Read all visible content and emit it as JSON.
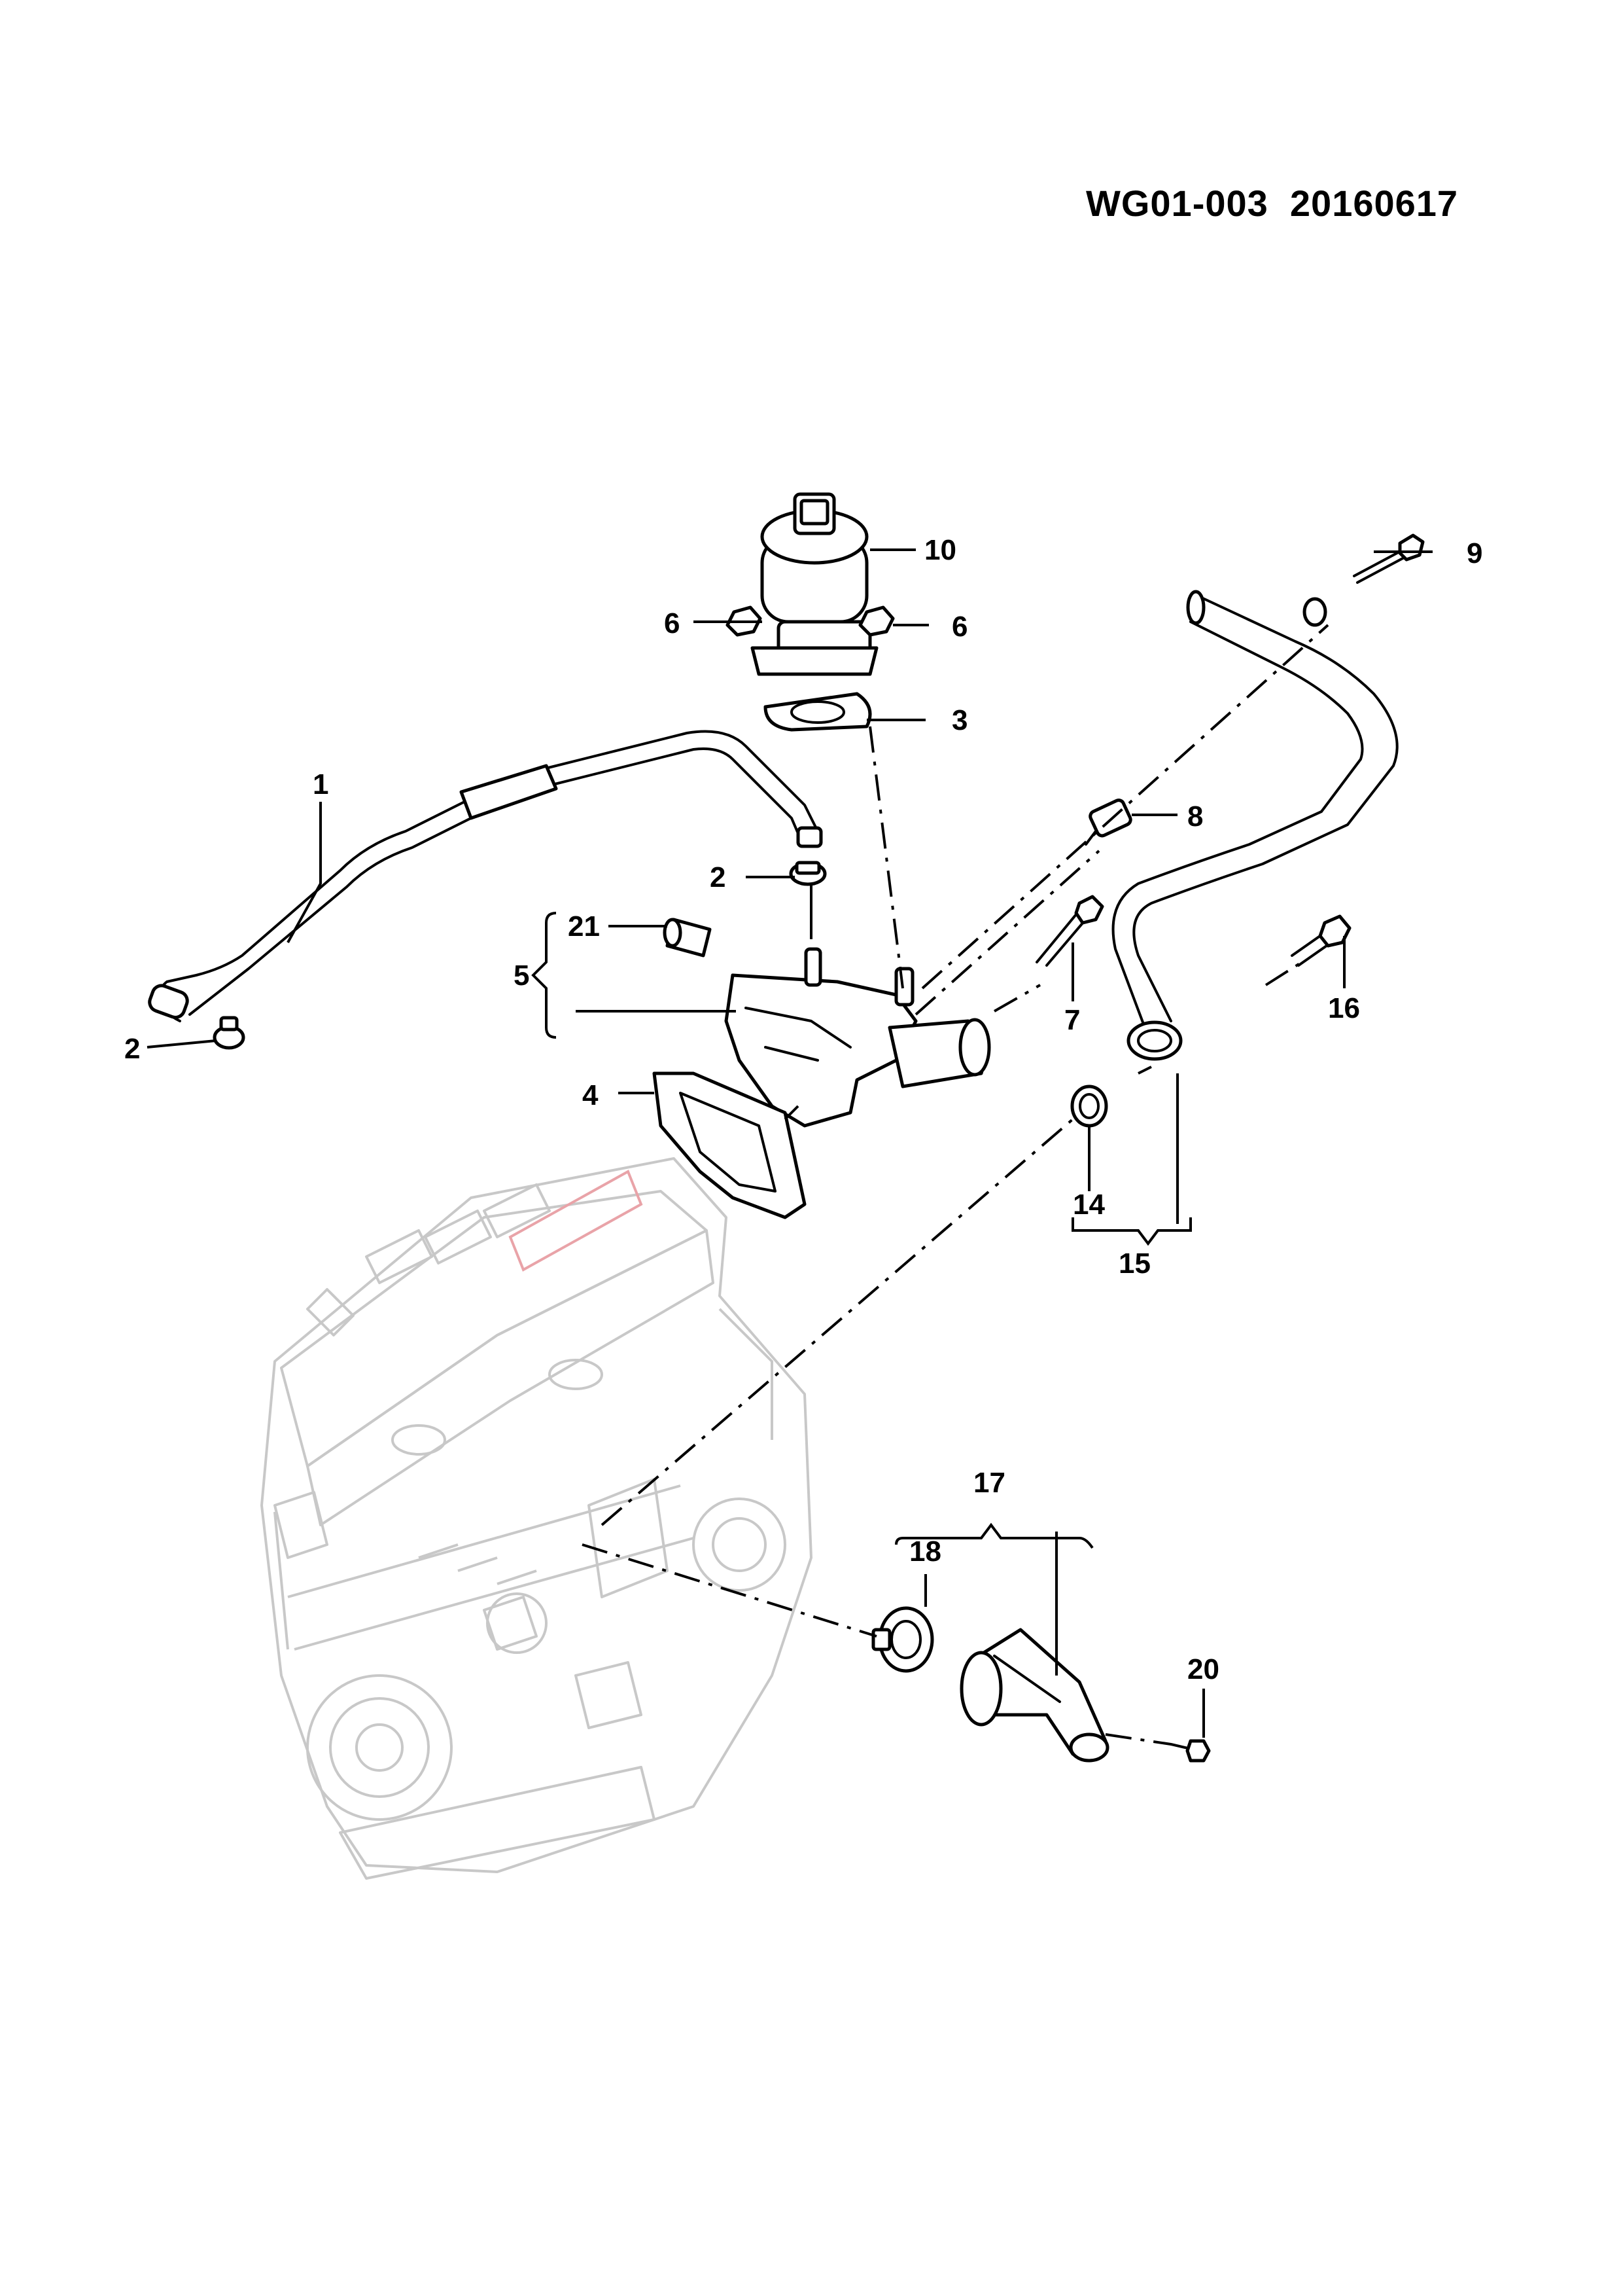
{
  "header": {
    "document_code": "WG01-003  20160617"
  },
  "callouts": {
    "c1": "1",
    "c2a": "2",
    "c2b": "2",
    "c3": "3",
    "c4": "4",
    "c5": "5",
    "c6a": "6",
    "c6b": "6",
    "c7": "7",
    "c8": "8",
    "c9": "9",
    "c10": "10",
    "c14": "14",
    "c15": "15",
    "c16": "16",
    "c17": "17",
    "c18": "18",
    "c20": "20",
    "c21": "21"
  },
  "colors": {
    "ink": "#000000",
    "background_engine": "#c8c8c8",
    "engine_label_accent": "#e9a3a8"
  }
}
